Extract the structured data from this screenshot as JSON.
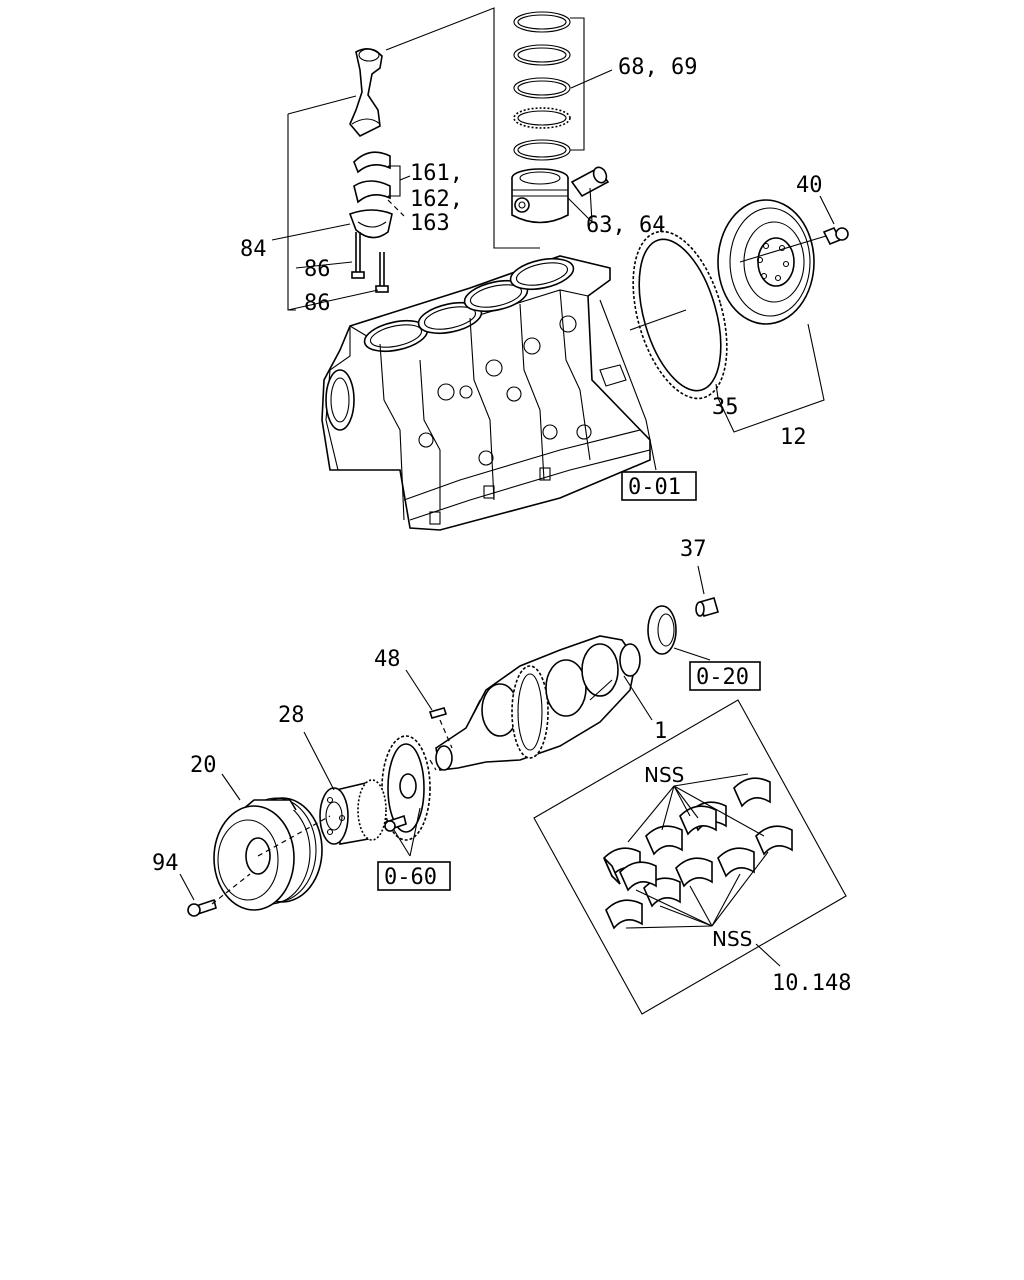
{
  "callouts": {
    "c6869": "68, 69",
    "c161": "161,",
    "c162": "162,",
    "c163": "163",
    "c84": "84",
    "c86a": "86",
    "c86b": "86",
    "c6364": "63, 64",
    "c40": "40",
    "c35": "35",
    "c12": "12",
    "c37": "37",
    "c48": "48",
    "c1": "1",
    "c28": "28",
    "c20": "20",
    "c94": "94",
    "nss_top": "NSS",
    "nss_bottom": "NSS",
    "c10148": "10.148"
  },
  "references": {
    "ref_001": "0-01",
    "ref_020": "0-20",
    "ref_060": "0-60"
  }
}
